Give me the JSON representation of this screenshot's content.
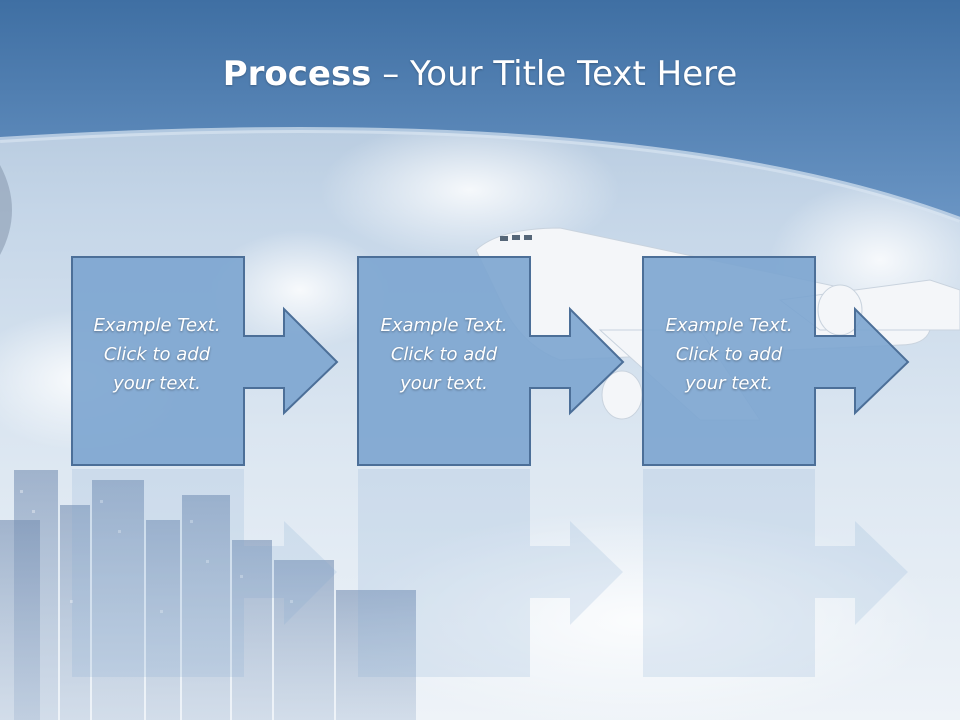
{
  "title": {
    "bold": "Process",
    "rest": " – Your Title Text Here"
  },
  "steps": [
    {
      "line1": "Example Text.",
      "line2": "Click  to add",
      "line3": "your text."
    },
    {
      "line1": "Example Text.",
      "line2": "Click  to add",
      "line3": "your text."
    },
    {
      "line1": "Example Text.",
      "line2": "Click  to add",
      "line3": "your text."
    }
  ],
  "colors": {
    "header": "#4f81b7",
    "box_fill": "#7ea6d0",
    "box_stroke": "#4c6f98",
    "text": "#ffffff"
  }
}
